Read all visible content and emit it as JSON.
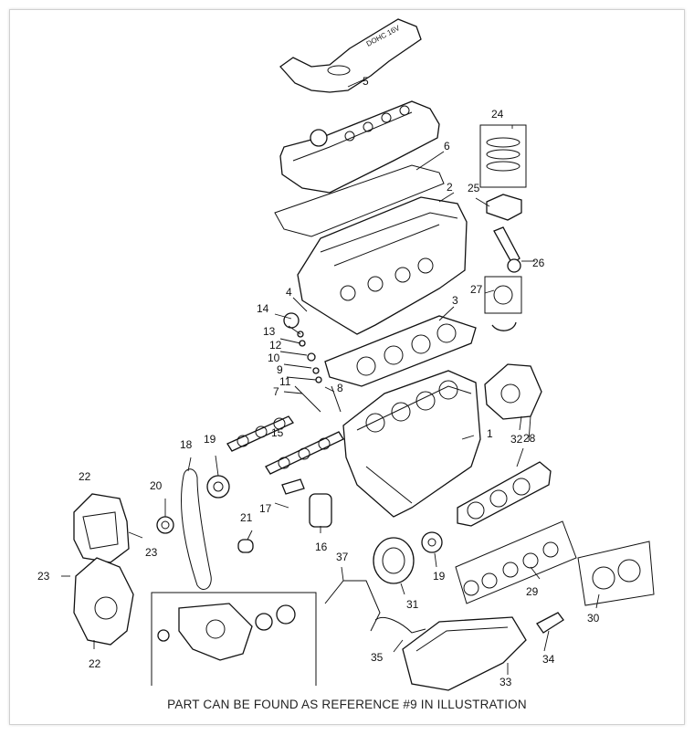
{
  "caption": "PART CAN BE FOUND AS REFERENCE #9 IN ILLUSTRATION",
  "cover_text": "DOHC 16V",
  "callouts": [
    "1",
    "2",
    "3",
    "4",
    "5",
    "6",
    "7",
    "8",
    "9",
    "10",
    "11",
    "12",
    "13",
    "14",
    "15",
    "16",
    "17",
    "18",
    "19",
    "19",
    "20",
    "21",
    "22",
    "22",
    "23",
    "23",
    "24",
    "25",
    "26",
    "27",
    "28",
    "29",
    "30",
    "31",
    "32",
    "33",
    "34",
    "35",
    "37"
  ]
}
